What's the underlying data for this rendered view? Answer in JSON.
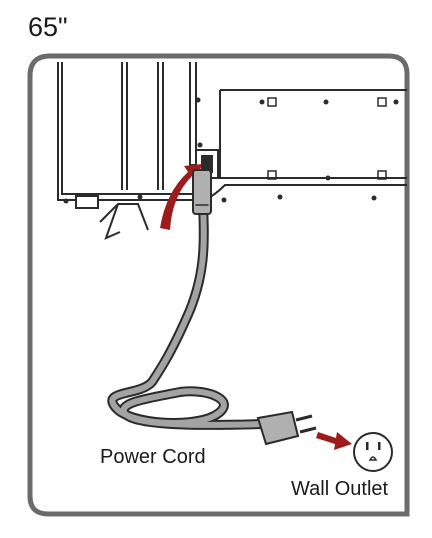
{
  "diagram": {
    "size_label": "65\"",
    "labels": {
      "power_cord": "Power Cord",
      "wall_outlet": "Wall Outlet"
    },
    "colors": {
      "frame": "#6b6b6b",
      "arrow": "#9e1b1b",
      "cord": "#9a9a9a",
      "line": "#2b2b2b"
    }
  }
}
